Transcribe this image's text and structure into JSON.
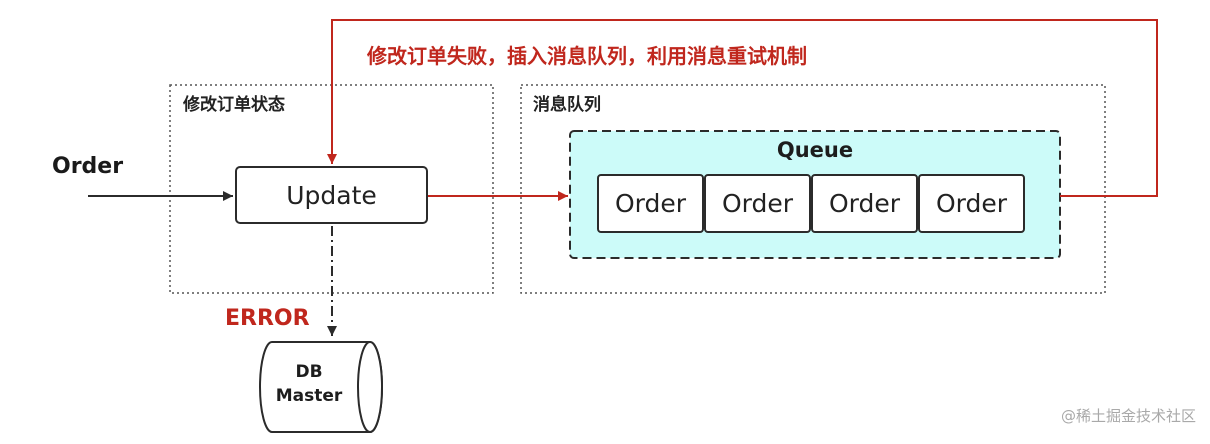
{
  "retry_note": "修改订单失败，插入消息队列，利用消息重试机制",
  "groups": {
    "update_group_label": "修改订单状态",
    "queue_group_label": "消息队列"
  },
  "input_label": "Order",
  "update_label": "Update",
  "queue": {
    "title": "Queue",
    "items": [
      "Order",
      "Order",
      "Order",
      "Order"
    ]
  },
  "error_label": "ERROR",
  "db": {
    "line1": "DB",
    "line2": "Master"
  },
  "watermark": "@稀土掘金技术社区",
  "colors": {
    "accent_red": "#c0271d",
    "queue_fill": "#ccfbf9"
  }
}
